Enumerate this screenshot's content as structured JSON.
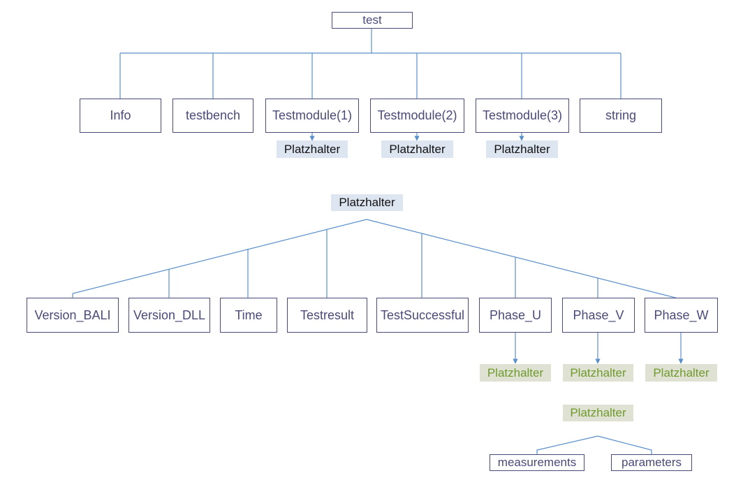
{
  "root": {
    "label": "test"
  },
  "level1": [
    {
      "key": "info",
      "label": "Info"
    },
    {
      "key": "testbench",
      "label": "testbench"
    },
    {
      "key": "testmodule-1",
      "label": "Testmodule(1)"
    },
    {
      "key": "testmodule-2",
      "label": "Testmodule(2)"
    },
    {
      "key": "testmodule-3",
      "label": "Testmodule(3)"
    },
    {
      "key": "string",
      "label": "string"
    }
  ],
  "module_placeholders": [
    "Platzhalter",
    "Platzhalter",
    "Platzhalter"
  ],
  "module_root": {
    "label": "Platzhalter"
  },
  "module_children": [
    {
      "key": "version-bali",
      "label": "Version_BALI"
    },
    {
      "key": "version-dll",
      "label": "Version_DLL"
    },
    {
      "key": "time",
      "label": "Time"
    },
    {
      "key": "testresult",
      "label": "Testresult"
    },
    {
      "key": "testsuccessful",
      "label": "TestSuccessful"
    },
    {
      "key": "phase-u",
      "label": "Phase_U"
    },
    {
      "key": "phase-v",
      "label": "Phase_V"
    },
    {
      "key": "phase-w",
      "label": "Phase_W"
    }
  ],
  "phase_placeholders": [
    "Platzhalter",
    "Platzhalter",
    "Platzhalter"
  ],
  "phase_root": {
    "label": "Platzhalter"
  },
  "phase_children": [
    {
      "key": "measurements",
      "label": "measurements"
    },
    {
      "key": "parameters",
      "label": "parameters"
    }
  ],
  "colors": {
    "connector": "#5b8fc9",
    "box_border": "#4a4a7a",
    "box_text": "#4a4a78",
    "placeholder_blue_bg": "#dde5f1",
    "placeholder_green_bg": "#dfe2d3",
    "placeholder_green_text": "#6f9a2e"
  }
}
